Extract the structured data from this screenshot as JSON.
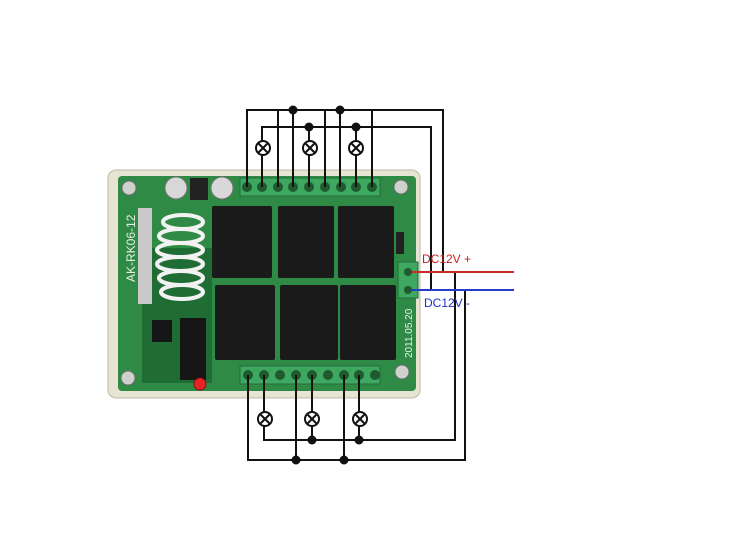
{
  "labels": {
    "dc_positive": "DC12V +",
    "dc_negative": "DC12V -",
    "board_model": "AK-RK06-12",
    "board_date": "2011.05.20"
  },
  "colors": {
    "background": "#ffffff",
    "pcb_green": "#2f8a45",
    "pcb_dark": "#1f6d34",
    "housing": "#e7e4d4",
    "terminal_green": "#3ea860",
    "relay_black": "#1a1a1a",
    "wire_black": "#111111",
    "wire_red": "#cc2a2a",
    "wire_blue": "#2a3cc7",
    "label_red": "#c81e1e",
    "label_blue": "#1e2ec8",
    "led_red": "#e52424",
    "antenna_white": "#f2f2f2"
  },
  "icons": {
    "lamp": "lamp-cross-circle-icon",
    "junction": "wire-junction-dot"
  }
}
